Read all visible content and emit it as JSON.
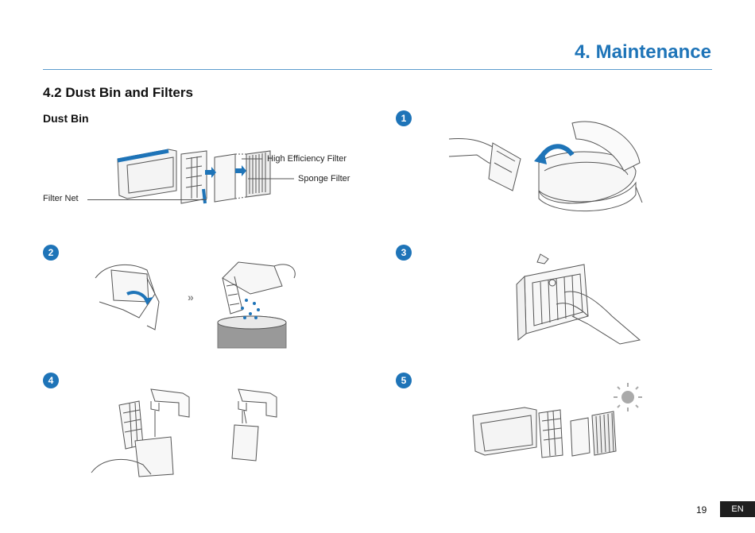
{
  "header": {
    "chapter_title": "4. Maintenance"
  },
  "section": {
    "title": "4.2 Dust Bin and Filters",
    "subtitle": "Dust Bin"
  },
  "callouts": {
    "high_efficiency_filter": "High Efficiency Filter",
    "sponge_filter": "Sponge Filter",
    "filter_net": "Filter Net"
  },
  "steps": [
    "1",
    "2",
    "3",
    "4",
    "5"
  ],
  "footer": {
    "page_number": "19",
    "language": "EN"
  },
  "colors": {
    "accent": "#1e74b8",
    "footer_tab": "#1f1f1f",
    "illustration_line": "#555555"
  },
  "icons": [
    "filter-net-marker",
    "double-chevron-icon",
    "sun-icon"
  ]
}
